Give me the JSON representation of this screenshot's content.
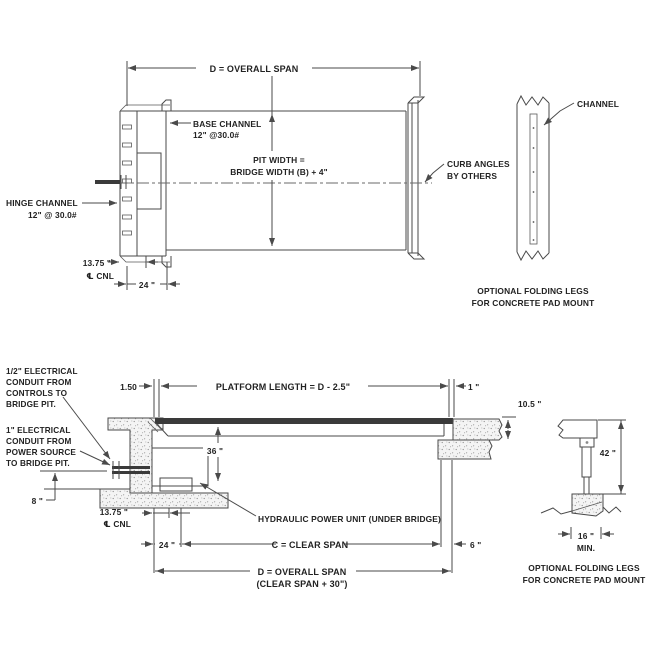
{
  "drawing_title": "hydraulic dock bridge installation diagram",
  "colors": {
    "line": "#4a4a4a",
    "text": "#222222",
    "background": "#ffffff",
    "steel_fill": "#3a3a3a"
  },
  "plan_view": {
    "dim_overall_span": "D = OVERALL SPAN",
    "base_channel_label": [
      "BASE CHANNEL",
      "12\" @30.0#"
    ],
    "pit_width_label": [
      "PIT WIDTH =",
      "BRIDGE WIDTH (B) + 4\""
    ],
    "hinge_channel_label": [
      "HINGE CHANNEL",
      "12\" @ 30.0#"
    ],
    "curb_angles_label": [
      "CURB ANGLES",
      "BY OTHERS"
    ],
    "dim_13_75": "13.75 \"",
    "centerline_label": "℄ CNL",
    "dim_24": "24 \"",
    "channel_label": "CHANNEL",
    "caption": [
      "OPTIONAL FOLDING LEGS",
      "FOR CONCRETE PAD MOUNT"
    ]
  },
  "elevation_view": {
    "note_controls_conduit": [
      "1/2\" ELECTRICAL",
      "CONDUIT FROM",
      "CONTROLS TO",
      "BRIDGE PIT."
    ],
    "note_power_conduit": [
      "1\" ELECTRICAL",
      "CONDUIT FROM",
      "POWER SOURCE",
      "TO BRIDGE PIT."
    ],
    "dim_1_50": "1.50",
    "dim_platform_length": "PLATFORM LENGTH = D - 2.5\"",
    "dim_1": "1 \"",
    "dim_10_5": "10.5 \"",
    "dim_36": "36 \"",
    "dim_8": "8 \"",
    "dim_13_75": "13.75 \"",
    "centerline_label": "℄ CNL",
    "dim_24": "24 \"",
    "dim_clear_span": "C = CLEAR SPAN",
    "dim_6": "6 \"",
    "dim_overall_span": "D = OVERALL SPAN",
    "dim_overall_span_note": "(CLEAR SPAN + 30\")",
    "hydraulic_label": "HYDRAULIC POWER UNIT (UNDER BRIDGE)"
  },
  "leg_detail": {
    "dim_42": "42 \"",
    "dim_16": "16 \"",
    "min_label": "MIN.",
    "caption": [
      "OPTIONAL FOLDING LEGS",
      "FOR CONCRETE PAD MOUNT"
    ]
  }
}
